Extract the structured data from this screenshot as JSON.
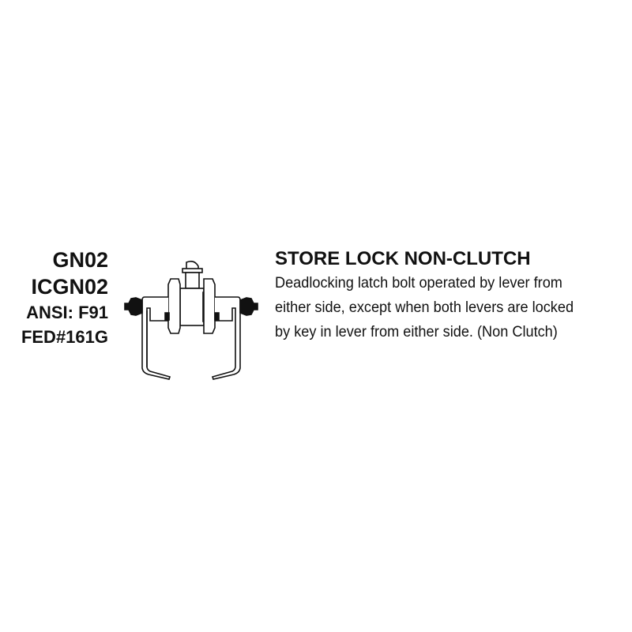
{
  "codes": [
    "GN02",
    "ICGN02",
    "ANSI: F91",
    "FED#161G"
  ],
  "title": "STORE LOCK NON-CLUTCH",
  "description_lines": [
    "Deadlocking latch bolt operated by lever from",
    "either side, except when both levers are locked",
    "by key in lever from either side. (Non Clutch)"
  ],
  "illustration": "lever-lockset-icon"
}
